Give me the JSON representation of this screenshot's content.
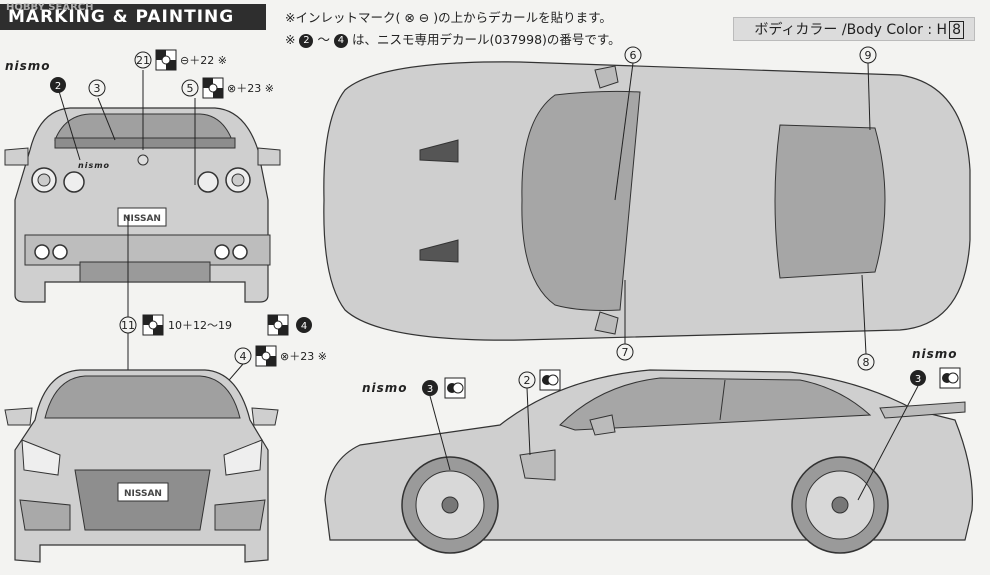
{
  "header": {
    "title": "MARKING & PAINTING",
    "logo": "HOBBY SEARCH"
  },
  "notes": {
    "line1": "※インレットマーク( ⊗ ⊖ )の上からデカールを貼ります。",
    "line2_pre": "※",
    "line2_n1": "2",
    "line2_mid": "～",
    "line2_n2": "4",
    "line2_post": "は、ニスモ専用デカール(037998)の番号です。"
  },
  "body_color": {
    "label": "ボディカラー /Body Color : ",
    "code": "H",
    "number": "8"
  },
  "nismo": {
    "rear": "nismo",
    "side_left": "nismo",
    "side_right": "nismo"
  },
  "plates": {
    "rear": "NISSAN",
    "front": "NISSAN"
  },
  "callouts": {
    "c21": "21",
    "c21_formula": "⊖＋22 ※",
    "c5": "5",
    "c5_formula": "⊗＋23 ※",
    "c3": "3",
    "c2_dark": "2",
    "c11": "11",
    "c11_formula": "10＋12～19",
    "c11_dark": "4",
    "c4": "4",
    "c4_formula": "⊗＋23 ※",
    "c6": "6",
    "c7": "7",
    "c8": "8",
    "c9": "9",
    "c2_side": "2",
    "c3_side_left": "3",
    "c3_side_right": "3"
  },
  "colors": {
    "body": "#cfcfcf",
    "body_dark": "#a9a9a9",
    "glass": "#9a9a9a",
    "outline": "#333333",
    "accent": "#2e2e2e"
  }
}
